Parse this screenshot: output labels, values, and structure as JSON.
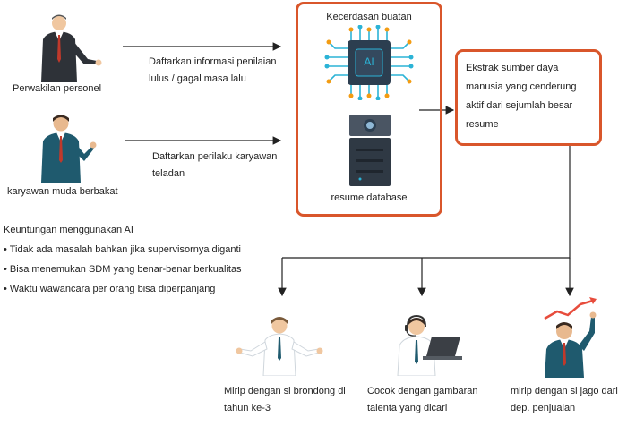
{
  "sources": [
    {
      "label": "Perwakilan personel",
      "arrow_label": [
        "Daftarkan informasi penilaian",
        "lulus / gagal masa lalu"
      ]
    },
    {
      "label": "karyawan muda berbakat",
      "arrow_label": [
        "Daftarkan perilaku karyawan",
        "teladan"
      ]
    }
  ],
  "ai_box": {
    "title": "Kecerdasan buatan",
    "chip_text": "AI",
    "db_label": "resume database"
  },
  "extract_box": {
    "lines": [
      "Ekstrak sumber daya",
      "manusia yang cenderung",
      "aktif dari sejumlah besar",
      "resume"
    ]
  },
  "benefits": {
    "title": "Keuntungan menggunakan AI",
    "items": [
      "Tidak ada masalah bahkan jika supervisornya diganti",
      "Bisa menemukan SDM yang benar-benar berkualitas",
      "Waktu wawancara per orang bisa diperpanjang"
    ]
  },
  "outcomes": [
    {
      "lines": [
        "Mirip dengan si brondong di",
        "tahun ke-3"
      ]
    },
    {
      "lines": [
        "Cocok dengan gambaran",
        "talenta yang  dicari"
      ]
    },
    {
      "lines": [
        "mirip dengan si jago dari",
        "dep. penjualan"
      ]
    }
  ],
  "colors": {
    "accent": "#d9562b",
    "suit_dark": "#2e3238",
    "suit_teal": "#1f5a6e",
    "tie": "#c0392b",
    "chip": "#2c3e50",
    "circuit": "#2bb3d6"
  }
}
